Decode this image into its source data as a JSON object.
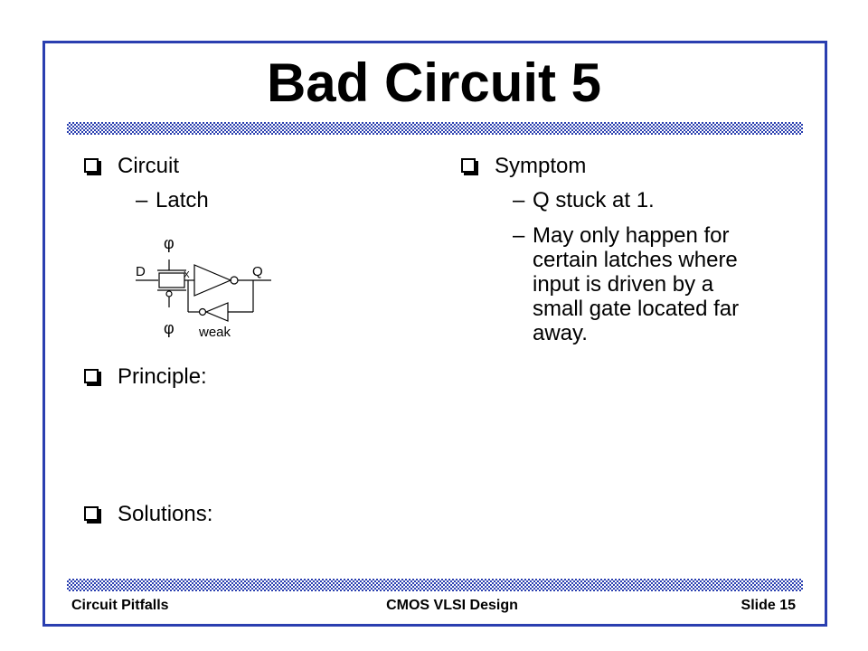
{
  "slide": {
    "title": "Bad Circuit 5",
    "left": {
      "circuit": {
        "label": "Circuit",
        "sub": "Latch"
      },
      "principle": {
        "label": "Principle:"
      },
      "solutions": {
        "label": "Solutions:"
      }
    },
    "right": {
      "symptom": {
        "label": "Symptom"
      },
      "sub1": "Q stuck at 1.",
      "sub2_lines": [
        "May only happen for",
        "certain latches where",
        "input is driven by a",
        "small gate located far",
        "away."
      ]
    },
    "diagram": {
      "clock_top": "φ",
      "clock_bottom": "φ",
      "input": "D",
      "node": "X",
      "output": "Q",
      "feedback": "weak"
    },
    "bullet_dash": "–",
    "footer": {
      "left": "Circuit Pitfalls",
      "center": "CMOS VLSI Design",
      "right": "Slide 15"
    },
    "colors": {
      "frame": "#2a3fb0",
      "band": "#2a3fb0"
    }
  }
}
